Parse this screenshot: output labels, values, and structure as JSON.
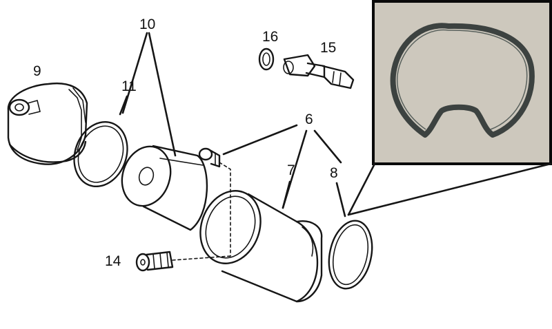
{
  "callouts": {
    "c9": "9",
    "c10": "10",
    "c11": "11",
    "c16": "16",
    "c15": "15",
    "c6": "6",
    "c7": "7",
    "c8": "8",
    "c14": "14"
  },
  "parts": [
    {
      "id": "9",
      "description": "filter housing cap"
    },
    {
      "id": "10",
      "description": "filter element"
    },
    {
      "id": "11",
      "description": "o-ring"
    },
    {
      "id": "6",
      "description": "drain plug"
    },
    {
      "id": "7",
      "description": "filter housing"
    },
    {
      "id": "8",
      "description": "gasket"
    },
    {
      "id": "14",
      "description": "drain screw"
    },
    {
      "id": "15",
      "description": "pressure switch"
    },
    {
      "id": "16",
      "description": "sealing ring"
    }
  ],
  "colors": {
    "ink": "#161616",
    "inset_border": "#0a0a0a",
    "inset_background": "#cdc8bd",
    "gasket": "#3c4240"
  }
}
